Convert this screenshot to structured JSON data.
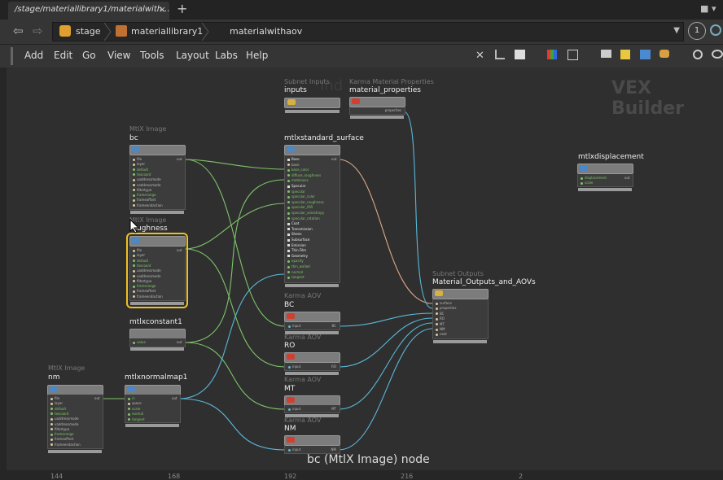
{
  "tab": {
    "title": "/stage/materiallibrary1/materialwith...",
    "close": "×",
    "add": "+"
  },
  "path": {
    "crumbs": [
      "stage",
      "materiallibrary1",
      "materialwithaov"
    ],
    "badge": "1"
  },
  "menu": [
    "Add",
    "Edit",
    "Go",
    "View",
    "Tools",
    "Layout",
    "Labs",
    "Help"
  ],
  "watermark": "VEX Builder",
  "ghost_text": "Ind",
  "status": "bc (MtlX Image) node",
  "ruler": [
    "144",
    "168",
    "192",
    "216",
    "2"
  ],
  "nodes": {
    "inputs": {
      "type": "Subnet Inputs",
      "name": "inputs"
    },
    "material_properties": {
      "type": "Karma Material Properties",
      "name": "material_properties",
      "port": "properties"
    },
    "bc": {
      "type": "MtlX Image",
      "name": "bc",
      "out": "out",
      "rows": [
        "file",
        "layer",
        "default",
        "texcoord",
        "uaddressmode",
        "vaddressmode",
        "filtertype",
        "framerange",
        "frameoffset",
        "frameendaction"
      ]
    },
    "roughness": {
      "type": "MtlX Image",
      "name": "roughness",
      "out": "out",
      "rows": [
        "file",
        "layer",
        "default",
        "texcoord",
        "uaddressmode",
        "vaddressmode",
        "filtertype",
        "framerange",
        "frameoffset",
        "frameendaction"
      ]
    },
    "mtlxconstant1": {
      "type": "",
      "name": "mtlxconstant1",
      "out": "out",
      "rows": [
        "value"
      ]
    },
    "nm": {
      "type": "MtlX Image",
      "name": "nm",
      "out": "out",
      "rows": [
        "file",
        "layer",
        "default",
        "texcoord",
        "uaddressmode",
        "vaddressmode",
        "filtertype",
        "framerange",
        "frameoffset",
        "frameendaction"
      ]
    },
    "mtlxnormalmap1": {
      "type": "",
      "name": "mtlxnormalmap1",
      "out": "out",
      "rows": [
        "in",
        "space",
        "scale",
        "normal",
        "tangent"
      ]
    },
    "surface": {
      "type": "",
      "name": "mtlxstandard_surface",
      "out": "out",
      "rows": [
        "Base",
        "base",
        "base_color",
        "diffuse_roughness",
        "metalness",
        "Specular",
        "specular",
        "specular_color",
        "specular_roughness",
        "specular_IOR",
        "specular_anisotropy",
        "specular_rotation",
        "Coat",
        "Transmission",
        "Sheen",
        "Subsurface",
        "Emission",
        "Thin Film",
        "Geometry",
        "opacity",
        "thin_walled",
        "normal",
        "tangent"
      ]
    },
    "bc_aov": {
      "type": "Karma AOV",
      "name": "BC",
      "in": "input",
      "out": "BC"
    },
    "ro_aov": {
      "type": "Karma AOV",
      "name": "RO",
      "in": "input",
      "out": "RO"
    },
    "mt_aov": {
      "type": "Karma AOV",
      "name": "MT",
      "in": "input",
      "out": "MT"
    },
    "nm_aov": {
      "type": "Karma AOV",
      "name": "NM",
      "in": "input",
      "out": "NM"
    },
    "outputs": {
      "type": "Subnet Outputs",
      "name": "Material_Outputs_and_AOVs",
      "rows": [
        "surface",
        "properties",
        "BC",
        "RO",
        "MT",
        "NM",
        "next"
      ]
    },
    "displacement": {
      "type": "",
      "name": "mtlxdisplacement",
      "out": "out",
      "rows": [
        "displacement",
        "scale"
      ]
    }
  },
  "colors": {
    "wire_green": "#7fc46a",
    "wire_blue": "#5ab8d8",
    "wire_peach": "#e0a888",
    "selected": "#f0c020"
  }
}
